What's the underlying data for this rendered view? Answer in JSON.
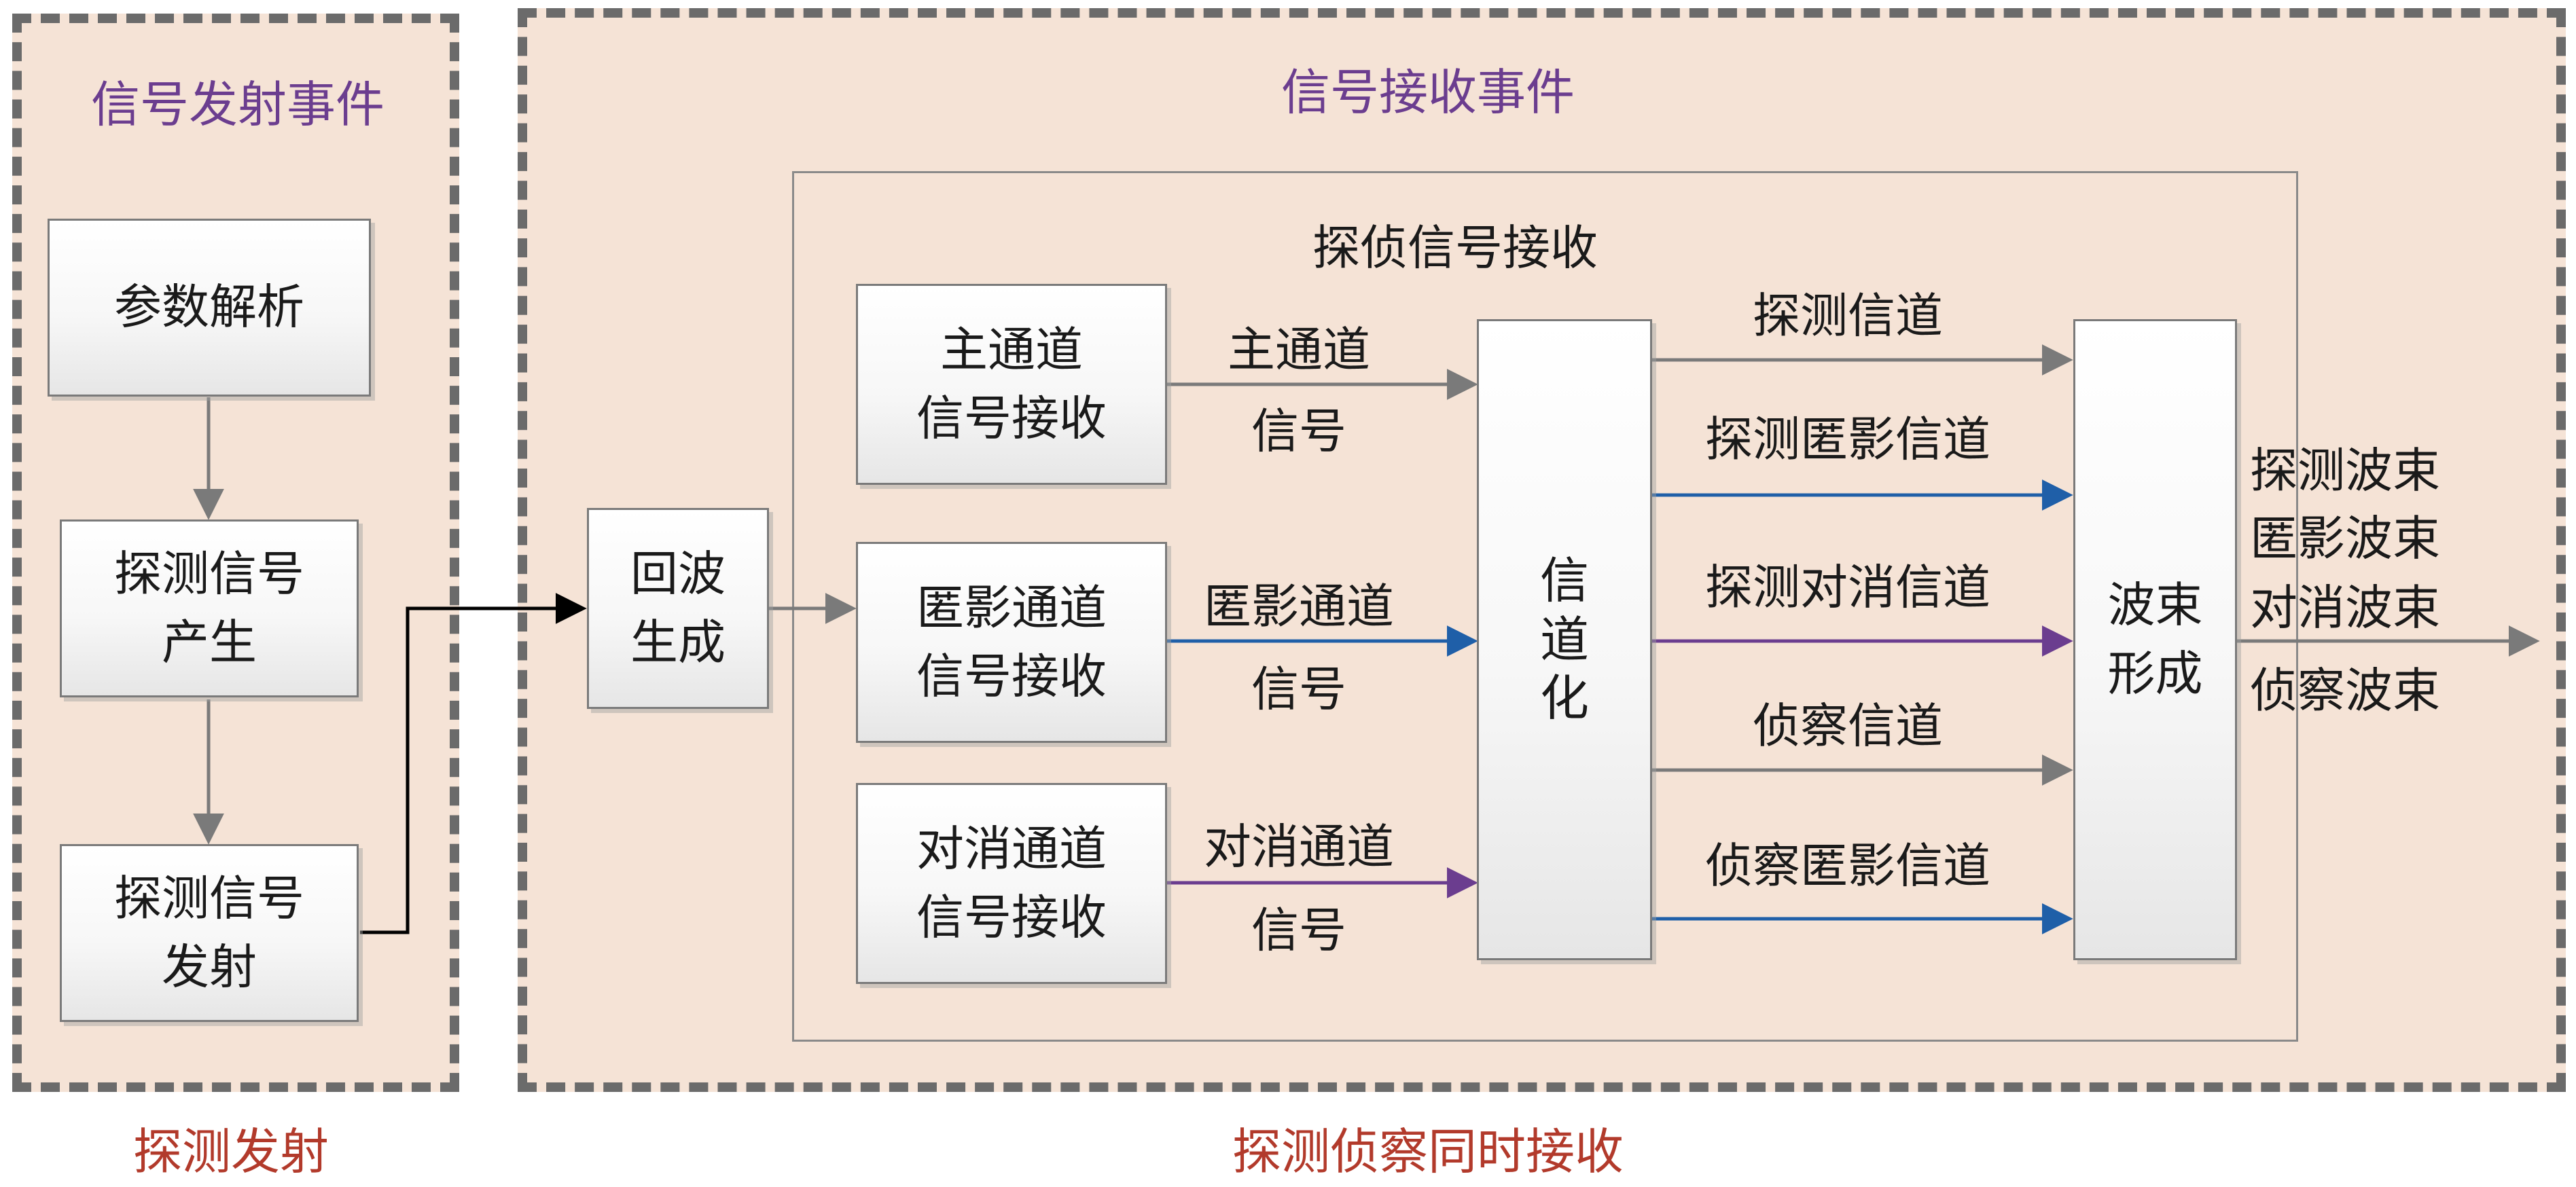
{
  "tx_panel": {
    "title": "信号发射事件",
    "caption": "探测发射",
    "boxes": [
      "参数解析",
      "探测信号\n产生",
      "探测信号\n发射"
    ]
  },
  "rx_panel": {
    "title": "信号接收事件",
    "caption": "探测侦察同时接收",
    "echo_box": "回波\n生成",
    "inner_title": "探侦信号接收",
    "receivers": [
      "主通道\n信号接收",
      "匿影通道\n信号接收",
      "对消通道\n信号接收"
    ],
    "receiver_signals": [
      {
        "line1": "主通道",
        "line2": "信号"
      },
      {
        "line1": "匿影通道",
        "line2": "信号"
      },
      {
        "line1": "对消通道",
        "line2": "信号"
      }
    ],
    "channelize_box": "信\n道\n化",
    "channels": [
      "探测信道",
      "探测匿影信道",
      "探测对消信道",
      "侦察信道",
      "侦察匿影信道"
    ],
    "beamform_box": "波束\n形成",
    "outputs": [
      "探测波束",
      "匿影波束",
      "对消波束",
      "侦察波束"
    ]
  },
  "colors": {
    "panel_fill": "#f5e3d6",
    "title_purple": "#6b3d8f",
    "caption_red": "#b23a2b",
    "arrow_gray": "#7a7a7a",
    "arrow_blue": "#1f5fa8",
    "arrow_purple": "#6b3d8f"
  }
}
